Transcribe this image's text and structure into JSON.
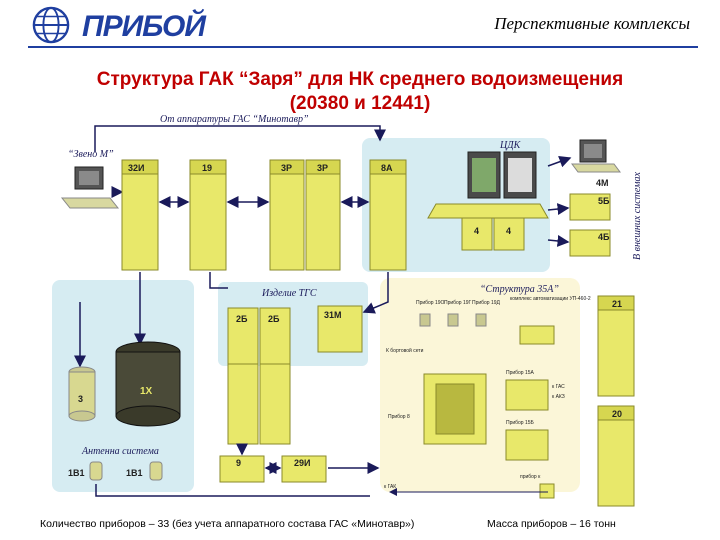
{
  "header": {
    "logo_text": "ПРИБОЙ",
    "section_title": "Перспективные комплексы"
  },
  "title": {
    "line1": "Структура ГАК “Заря” для НК среднего водоизмещения",
    "line2": "(20380 и 12441)"
  },
  "diagram": {
    "from_minotavr": "От аппаратуры ГАС “Минотавр”",
    "zhzr_label": "“Звено М”",
    "cdk_label": "ЦДК",
    "tgs_label": "Изделие ТГС",
    "struktura_label": "“Структура 35А”",
    "antenna_label": "Антенна система",
    "vertical_note": "В внешних системах",
    "units": {
      "u32i": "32И",
      "u19": "19",
      "u3r_a": "3Р",
      "u3r_b": "3Р",
      "u8a": "8А",
      "u4_a": "4",
      "u4_b": "4",
      "u4m": "4М",
      "u5b": "5Б",
      "u4b": "4Б",
      "u2b_a": "2Б",
      "u2b_b": "2Б",
      "u31m": "31М",
      "u21": "21",
      "u20": "20",
      "u3": "3",
      "u1kh": "1Х",
      "u1v1_a": "1В1",
      "u1v1_b": "1В1",
      "u9": "9",
      "u29i": "29И"
    },
    "struktura_items": {
      "p19v": "Прибор 19О",
      "p19g": "Прибор 19Г",
      "p19d": "Прибор 19Д",
      "complect": "комплекс автоматизации УП-460-2",
      "to_board": "К бортовой сети",
      "p15a": "Прибор 15А",
      "to_gas": "к ГАС",
      "to_aks": "к АКЗ",
      "p8": "Прибор 8",
      "p15b": "Прибор 15Б",
      "to_ggs": "к ГАК",
      "pk": "прибор к"
    }
  },
  "footer": {
    "left": "Количество приборов – 33 (без учета аппаратного состава ГАС «Минотавр»)",
    "right": "Масса приборов – 16 тонн"
  },
  "colors": {
    "unit_yellow": "#e8e86a",
    "unit_shadow": "#b8b840",
    "panel_blue": "#d6ecf2",
    "panel_yellow": "#fbf6d8",
    "arrow": "#1a1a5a",
    "title_red": "#c00000",
    "logo_blue": "#1f3fa0"
  }
}
